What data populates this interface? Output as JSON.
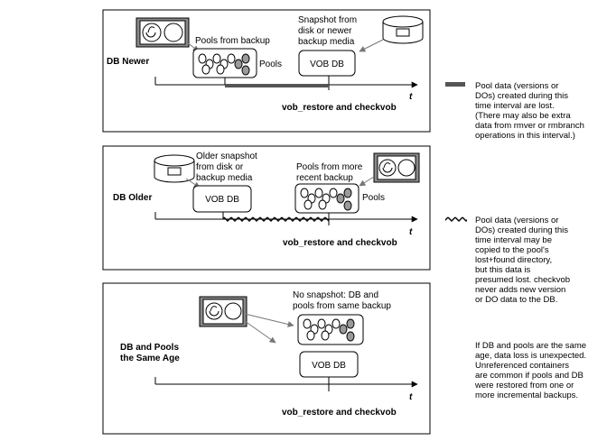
{
  "panel1": {
    "label": "DB Newer",
    "pools_from_backup": "Pools from backup",
    "pools_label": "Pools",
    "snapshot_lines": [
      "Snapshot from",
      "disk or newer",
      "backup media"
    ],
    "vob_db": "VOB DB",
    "axis_t": "t",
    "restore_text": "vob_restore and checkvob"
  },
  "panel2": {
    "label": "DB Older",
    "snapshot_lines": [
      "Older snapshot",
      "from disk or",
      "backup media"
    ],
    "vob_db": "VOB DB",
    "pools_lines": [
      "Pools from more",
      "recent backup"
    ],
    "pools_label": "Pools",
    "axis_t": "t",
    "restore_text": "vob_restore and checkvob"
  },
  "panel3": {
    "label_lines": [
      "DB and Pools",
      "the Same Age"
    ],
    "snapshot_lines": [
      "No snapshot: DB and",
      "pools from same backup"
    ],
    "vob_db": "VOB DB",
    "axis_t": "t",
    "restore_text": "vob_restore and checkvob"
  },
  "legend": {
    "lost": [
      "Pool data (versions or",
      "DOs) created during this",
      "time interval are lost.",
      "(There may also be extra",
      "data from rmver or rmbranch",
      "operations in this interval.)"
    ],
    "copied": [
      "Pool data (versions or",
      "DOs) created during this",
      "time interval may be",
      "copied to the pool's",
      "lost+found directory,",
      "but this data is",
      "presumed lost. checkvob",
      "never adds new version",
      "or DO data to the DB."
    ],
    "same_age": [
      "If DB and pools are the same",
      "age, data loss is unexpected.",
      "Unreferenced containers",
      "are common if pools and DB",
      "were restored from one or",
      "more incremental backups."
    ]
  }
}
